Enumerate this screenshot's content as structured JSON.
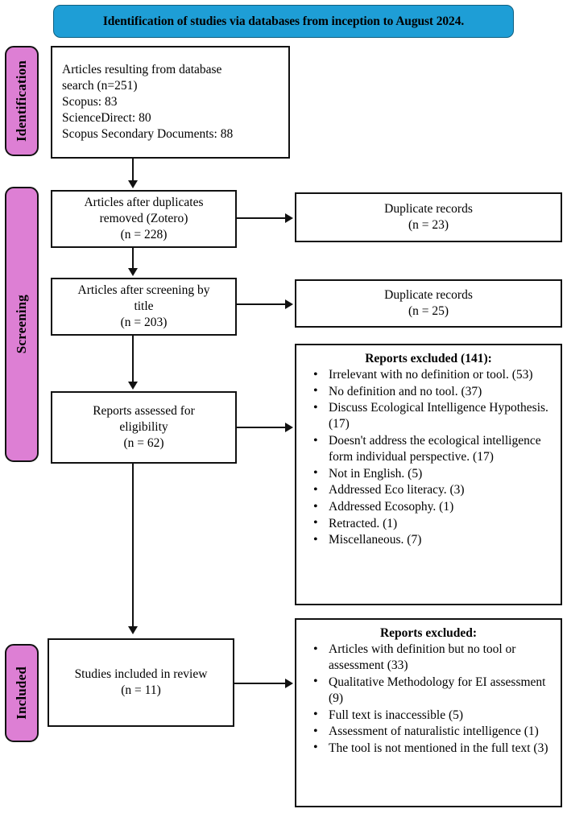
{
  "diagram": {
    "title": "Identification of studies via databases from inception to August 2024.",
    "accent_blue": "#1e9ed6",
    "accent_pink": "#dd7fd4"
  },
  "phases": [
    {
      "label": "Identification"
    },
    {
      "label": "Screening"
    },
    {
      "label": "Included"
    }
  ],
  "boxes": {
    "records_identified": {
      "line1": "Articles resulting from database",
      "line2": "search (n=251)",
      "line3": "Scopus: 83",
      "line4": "ScienceDirect: 80",
      "line5": "Scopus Secondary Documents: 88"
    },
    "after_duplicates": {
      "line1": "Articles after duplicates",
      "line2": "removed (Zotero)",
      "line3": "(n = 228)"
    },
    "after_title_screening": {
      "line1": "Articles after screening by",
      "line2": "title",
      "line3": "(n = 203)"
    },
    "assessed_eligibility": {
      "line1": "Reports assessed for",
      "line2": "eligibility",
      "line3": "(n = 62)"
    },
    "included_studies": {
      "line1": "Studies included in review",
      "line2": "(n = 11)"
    },
    "duplicates_1": {
      "line1": "Duplicate records",
      "line2": "(n = 23)"
    },
    "duplicates_2": {
      "line1": "Duplicate records",
      "line2": "(n = 25)"
    },
    "excluded_eligibility": {
      "title": "Reports excluded (141):",
      "items": [
        "Irrelevant with no definition or tool. (53)",
        "No definition and no tool. (37)",
        "Discuss Ecological Intelligence Hypothesis. (17)",
        "Doesn't address the ecological intelligence form individual perspective. (17)",
        "Not in English. (5)",
        "Addressed Eco literacy. (3)",
        "Addressed Ecosophy. (1)",
        "Retracted. (1)",
        "Miscellaneous. (7)"
      ]
    },
    "excluded_final": {
      "title": "Reports excluded:",
      "items": [
        "Articles with definition but no tool or assessment (33)",
        "Qualitative Methodology for EI assessment (9)",
        "Full text is inaccessible (5)",
        "Assessment of naturalistic intelligence (1)",
        "The tool is not mentioned in the full text (3)"
      ]
    }
  }
}
